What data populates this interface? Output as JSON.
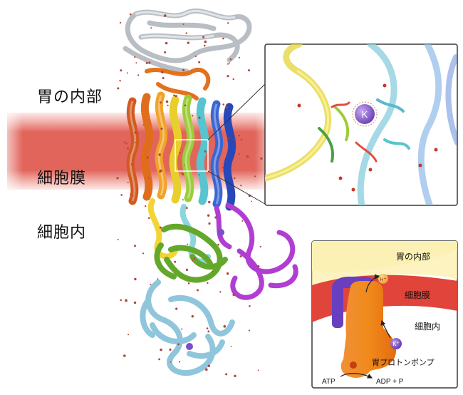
{
  "regions": {
    "stomach": "胃の内部",
    "membrane": "細胞膜",
    "intracellular": "細胞内"
  },
  "zoom_inset": {
    "ion": "K"
  },
  "schematic": {
    "stomach": "胃の内部",
    "membrane": "細胞膜",
    "intracellular": "細胞内",
    "proton_ion": "H",
    "proton_charge": "+",
    "potassium_ion": "K",
    "potassium_charge": "+",
    "pump_name": "胃プロトンポンプ",
    "atp": "ATP",
    "products": "ADP + P"
  },
  "colors": {
    "membrane_band": "#d63b2f",
    "pump_body": "#ef7a1a",
    "subunit": "#6b3fbf",
    "potassium_ion": "#7b4fc4",
    "proton_ion": "#f2a23a"
  }
}
